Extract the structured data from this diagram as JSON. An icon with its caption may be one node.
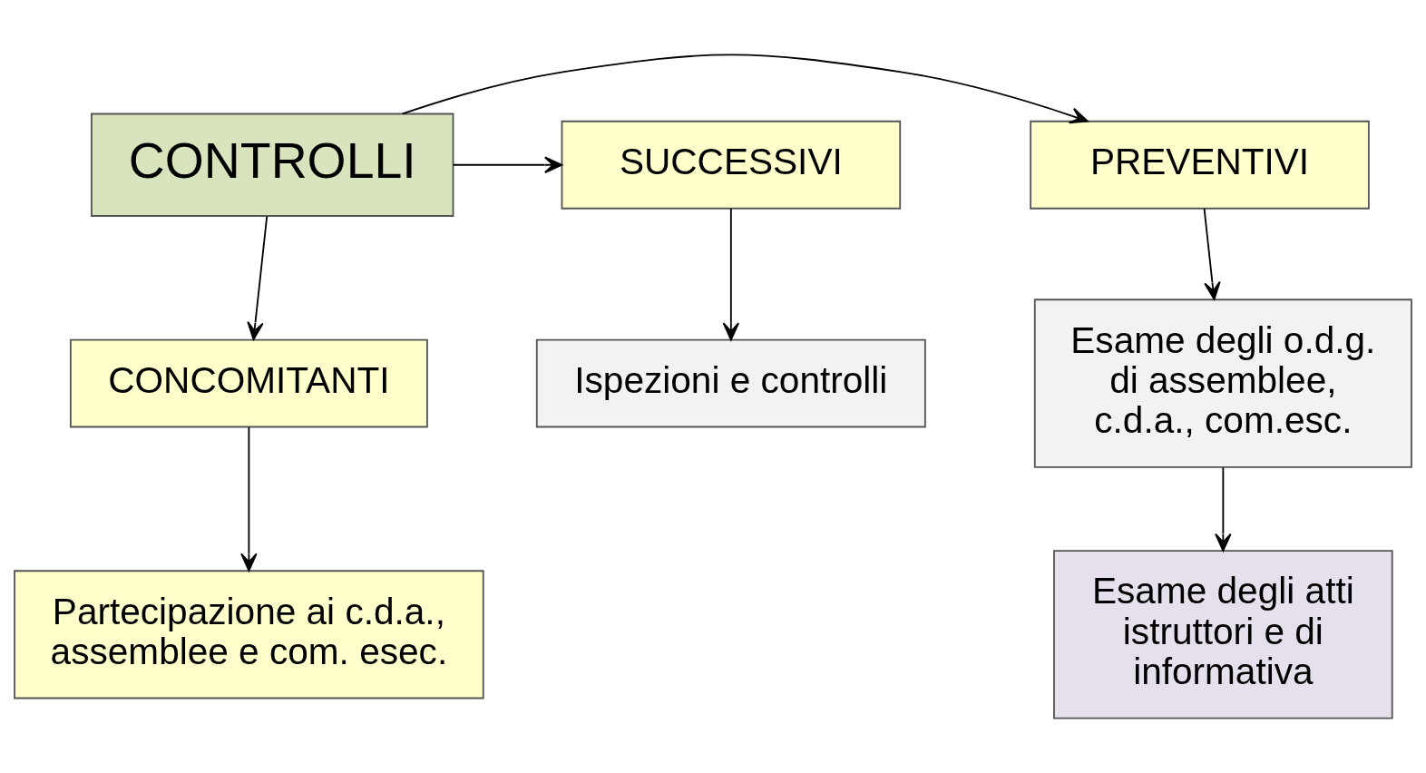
{
  "diagram": {
    "nodes": [
      {
        "text": [
          "PREVENTIVI"
        ]
      },
      {
        "text": [
          "CONTROLLI"
        ]
      },
      {
        "text": [
          "SUCCESSIVI"
        ]
      },
      {
        "text": [
          "Esame degli o.d.g. di assemblee, c.d.a., com.esc."
        ]
      },
      {
        "text": [
          "CONCOMITANTI"
        ]
      },
      {
        "text": [
          "Ispezioni e controlli"
        ]
      },
      {
        "text": [
          "Esame degli atti istruttori e di informativa"
        ]
      },
      {
        "text": [
          "Partecipazione ai c.d.a., assemblee e com. esec."
        ]
      }
    ],
    "edges": [
      {
        "from": 1,
        "to": 0,
        "arrow": "to"
      },
      {
        "from": 1,
        "to": 2,
        "arrow": "to"
      },
      {
        "from": 0,
        "to": 3,
        "arrow": "to"
      },
      {
        "from": 1,
        "to": 4,
        "arrow": "to"
      },
      {
        "from": 2,
        "to": 5,
        "arrow": "to"
      },
      {
        "from": 3,
        "to": 6,
        "arrow": "to"
      },
      {
        "from": 4,
        "to": 7,
        "arrow": "to"
      }
    ]
  }
}
